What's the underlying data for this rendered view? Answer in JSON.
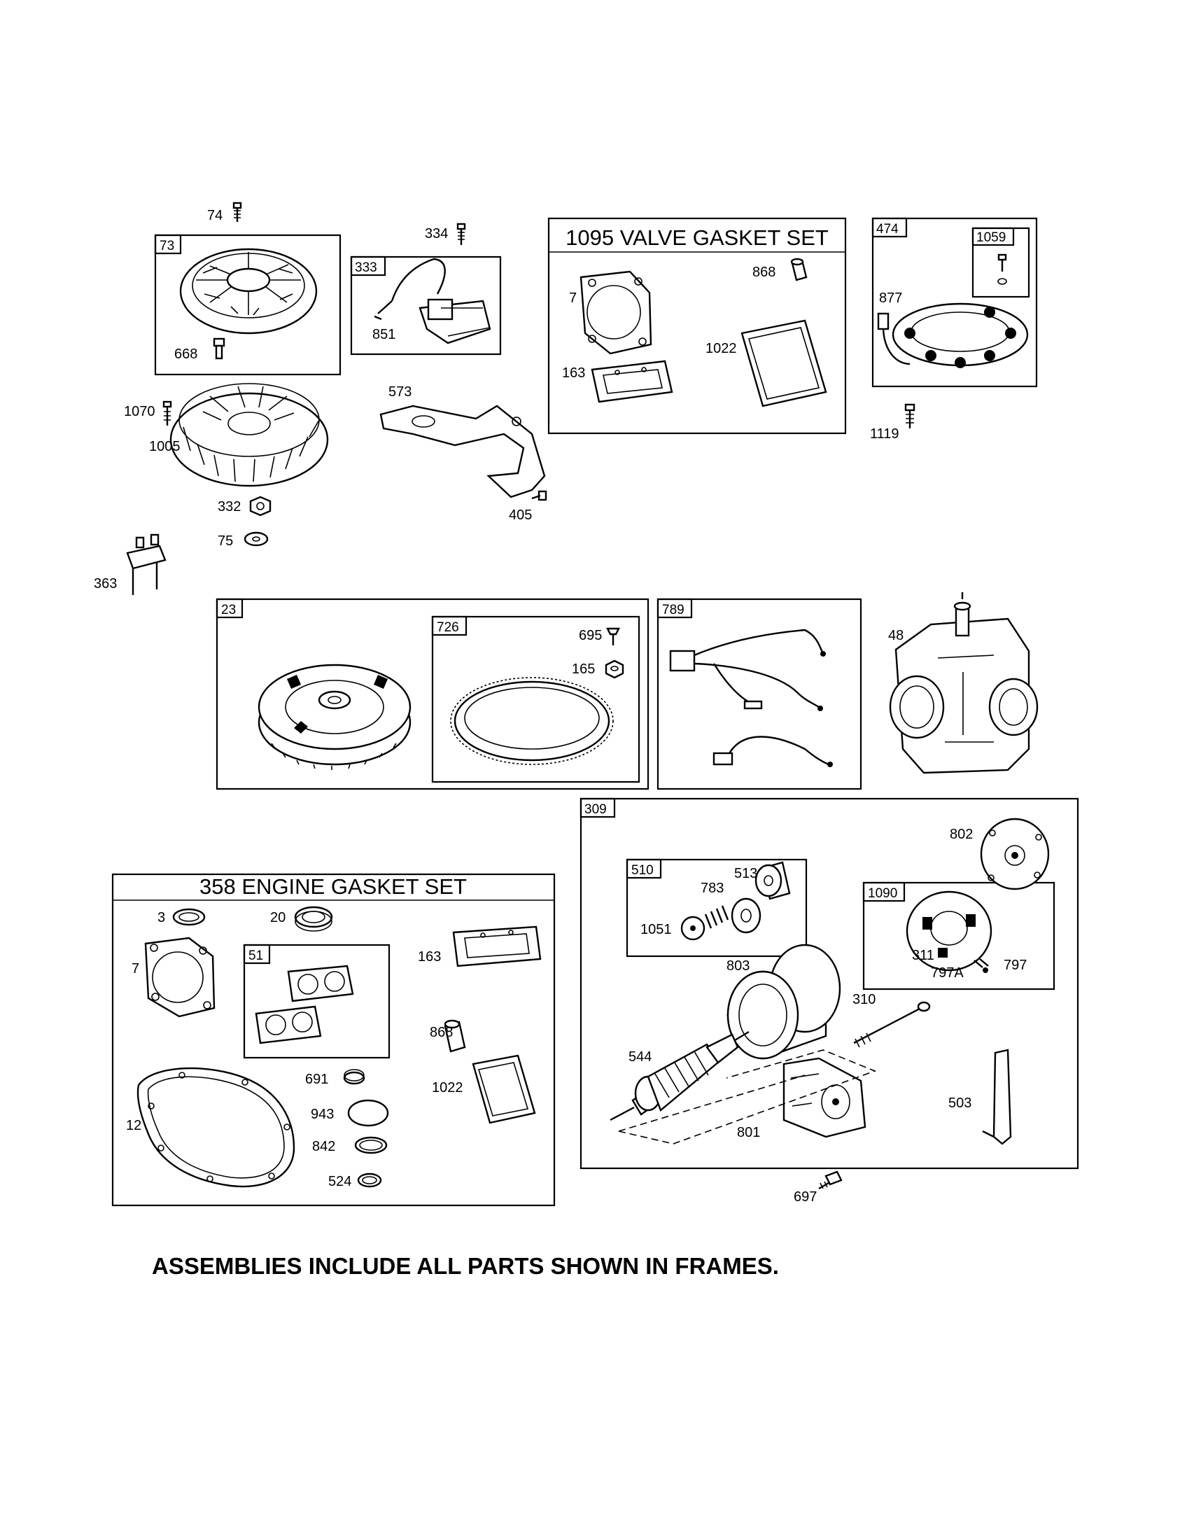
{
  "diagram": {
    "headings": {
      "valve_gasket_set": "1095 VALVE GASKET SET",
      "engine_gasket_set": "358 ENGINE GASKET SET"
    },
    "frame_tags": {
      "f73": "73",
      "f333": "333",
      "f474": "474",
      "f1059": "1059",
      "f23": "23",
      "f726": "726",
      "f789": "789",
      "f309": "309",
      "f510": "510",
      "f1090": "1090",
      "f51": "51"
    },
    "callouts": {
      "c74": "74",
      "c334": "334",
      "c668": "668",
      "c851": "851",
      "c7a": "7",
      "c868a": "868",
      "c163a": "163",
      "c1022a": "1022",
      "c877": "877",
      "c1119": "1119",
      "c1070": "1070",
      "c1005": "1005",
      "c573": "573",
      "c405": "405",
      "c332": "332",
      "c75": "75",
      "c363": "363",
      "c695": "695",
      "c165": "165",
      "c48": "48",
      "c802": "802",
      "c513": "513",
      "c783": "783",
      "c1051": "1051",
      "c311": "311",
      "c797a": "797A",
      "c797": "797",
      "c3": "3",
      "c20": "20",
      "c7b": "7",
      "c163b": "163",
      "c868b": "868",
      "c12": "12",
      "c691": "691",
      "c943": "943",
      "c842": "842",
      "c524": "524",
      "c1022b": "1022",
      "c803": "803",
      "c310": "310",
      "c544": "544",
      "c503": "503",
      "c801": "801",
      "c697": "697"
    },
    "footnote": "ASSEMBLIES INCLUDE ALL PARTS SHOWN IN FRAMES."
  }
}
